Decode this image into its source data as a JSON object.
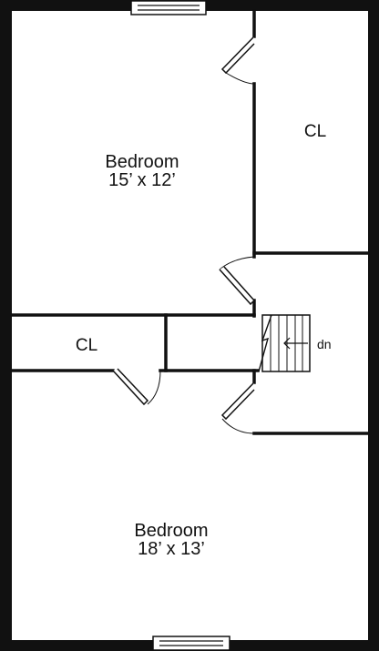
{
  "rooms": [
    {
      "name": "Bedroom",
      "size": "15’ x 12’"
    },
    {
      "name": "Bedroom",
      "size": "18’ x 13’"
    }
  ],
  "closets": [
    {
      "label": "CL"
    },
    {
      "label": "CL"
    }
  ],
  "stairs": {
    "label": "dn"
  },
  "colors": {
    "wall": "#111111",
    "background": "#ffffff"
  }
}
